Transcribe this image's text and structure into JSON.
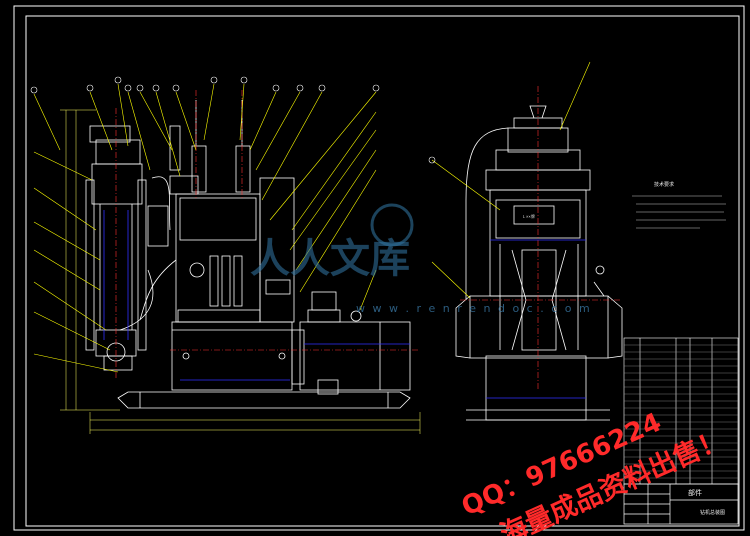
{
  "colors": {
    "background": "#000000",
    "frame": "#ffffff",
    "part_lines": "#ffffff",
    "hidden_lines": "#3030ff",
    "leader_lines": "#ffff00",
    "center_lines": "#ff3030",
    "dimension_lines": "#ffff60",
    "watermark_red": "#ff2a2a",
    "watermark_blue": "#2f6f9a"
  },
  "views": {
    "front": {
      "label": "front-view"
    },
    "side": {
      "label": "side-view"
    }
  },
  "notes": {
    "title": "技术要求"
  },
  "panel": {
    "nameplate": "Ｌ××牌"
  },
  "title_block": {
    "drawing_name": "钻机总装图",
    "heading": "部件"
  },
  "watermarks": {
    "qq": "QQ：97666224",
    "slogan": "海量成品资料出售！",
    "logo_text": "人人文库",
    "site": "w w w . r e n r e n d o c . c o m"
  }
}
